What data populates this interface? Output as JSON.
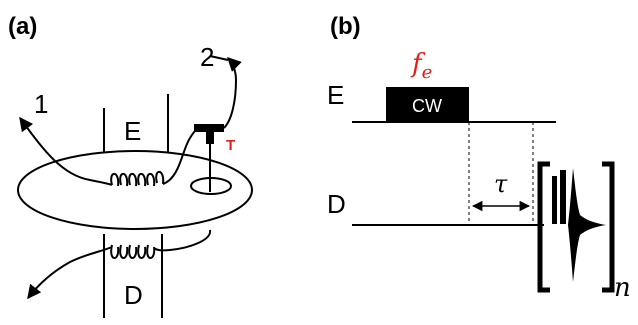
{
  "panel_a": {
    "tag": "(a)",
    "path_1_label": "1",
    "path_2_label": "2",
    "coil_e_label": "E",
    "coil_d_label": "D",
    "probe_label": "T"
  },
  "panel_b": {
    "tag": "(b)",
    "freq_symbol": "f",
    "freq_subscript": "e",
    "e_level_label": "E",
    "d_level_label": "D",
    "pulse_label": "CW",
    "delay_label": "τ",
    "repeat_label": "n"
  },
  "colors": {
    "ink": "#000000",
    "accent": "#e0201b",
    "background": "#ffffff"
  }
}
